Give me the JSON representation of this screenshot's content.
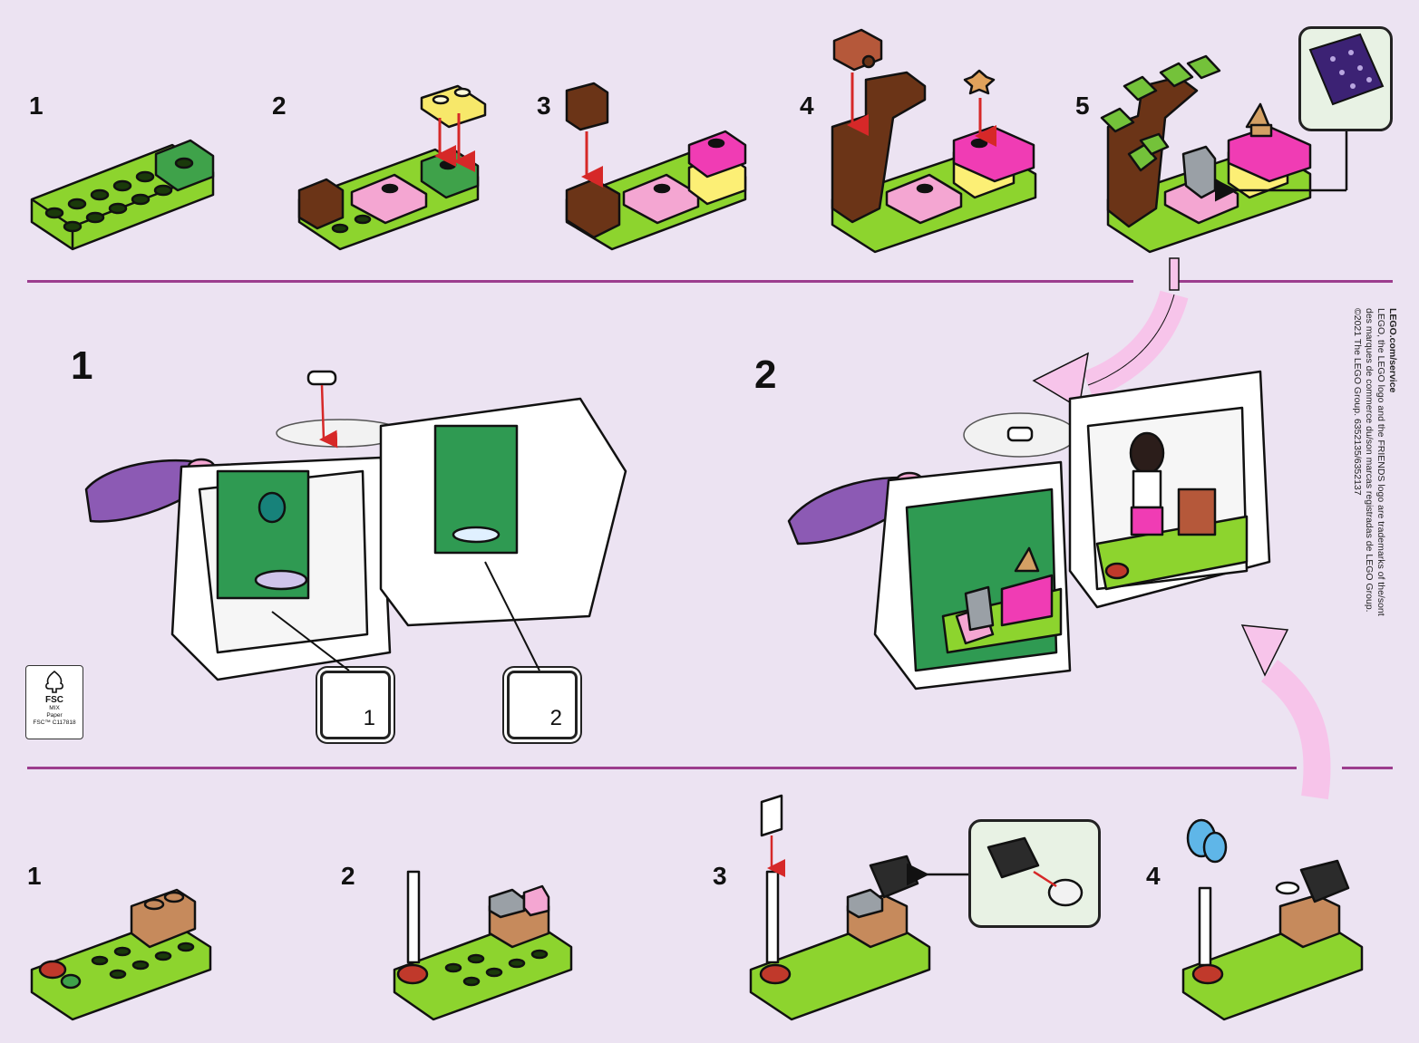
{
  "colors": {
    "background": "#ece3f2",
    "divider": "#9c3d8e",
    "lime": "#8dd42e",
    "brick_brown": "#6b3417",
    "pink": "#f4a6d2",
    "magenta": "#f03cb4",
    "yellow": "#f7e86a",
    "purple": "#8c5ab4",
    "arrow_pink": "#f7c4ea",
    "arrow_red": "#d62828"
  },
  "top_row": {
    "steps": [
      "1",
      "2",
      "3",
      "4",
      "5"
    ]
  },
  "middle_row": {
    "steps": [
      "1",
      "2"
    ],
    "stickers": [
      "1",
      "2"
    ]
  },
  "bottom_row": {
    "steps": [
      "1",
      "2",
      "3",
      "4"
    ]
  },
  "legal": {
    "service": "LEGO.com/service",
    "line1": "LEGO, the LEGO logo and the FRIENDS logo are trademarks of the/sont",
    "line2": "des marques de commerce du/son marcas registradas de LEGO Group.",
    "line3": "©2021 The LEGO Group. 6352135/6352137"
  },
  "fsc": {
    "logo": "FSC",
    "mix": "MIX",
    "paper": "Paper",
    "code": "FSC™ C117818"
  },
  "icons": [
    "tree-logo-icon",
    "red-arrow-icon",
    "black-arrow-icon",
    "pink-curved-arrow-icon"
  ]
}
